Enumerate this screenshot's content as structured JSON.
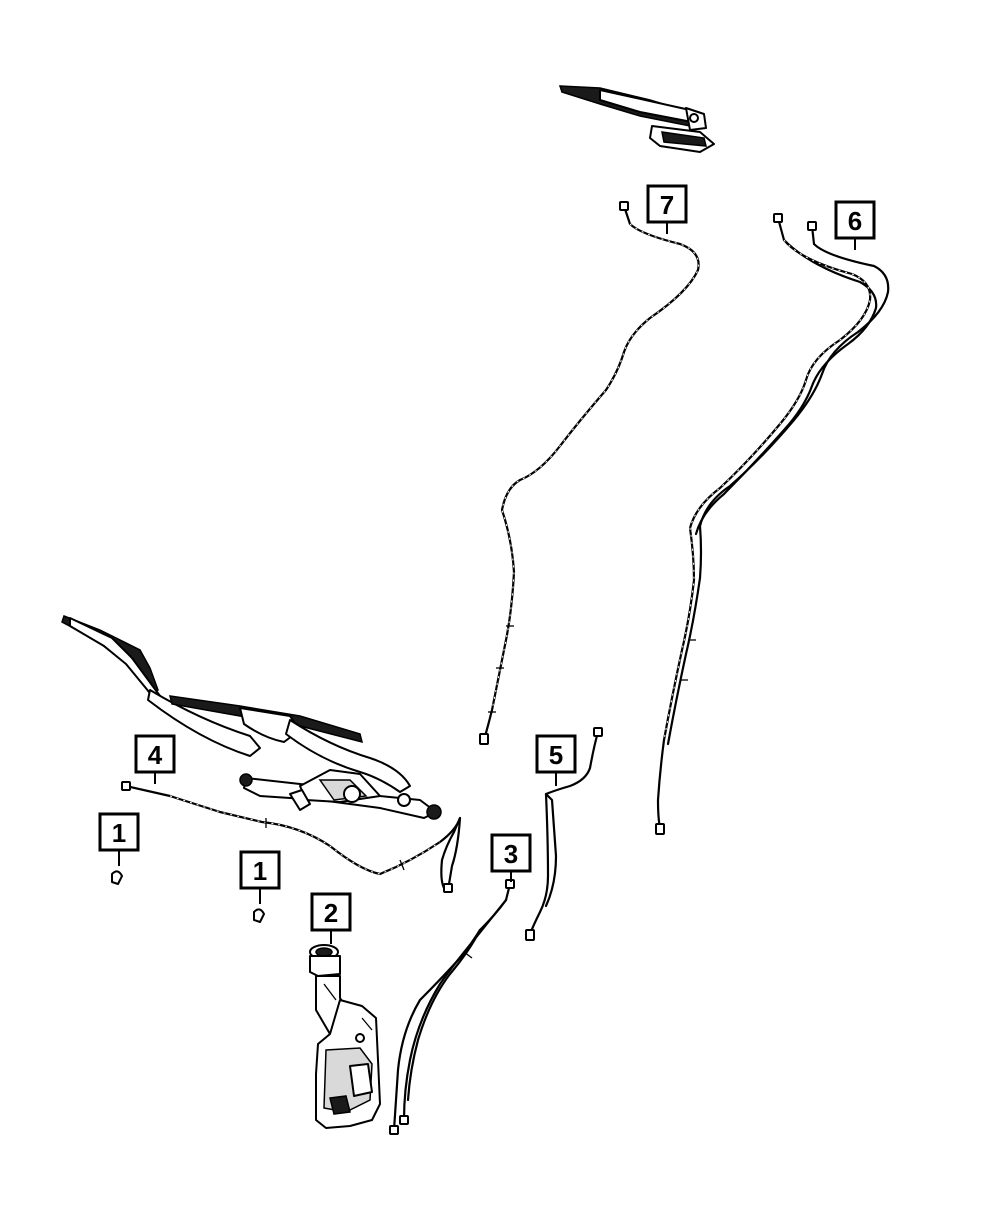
{
  "callouts": {
    "c1a": "1",
    "c1b": "1",
    "c2": "2",
    "c3": "3",
    "c4": "4",
    "c5": "5",
    "c6": "6",
    "c7": "7"
  }
}
